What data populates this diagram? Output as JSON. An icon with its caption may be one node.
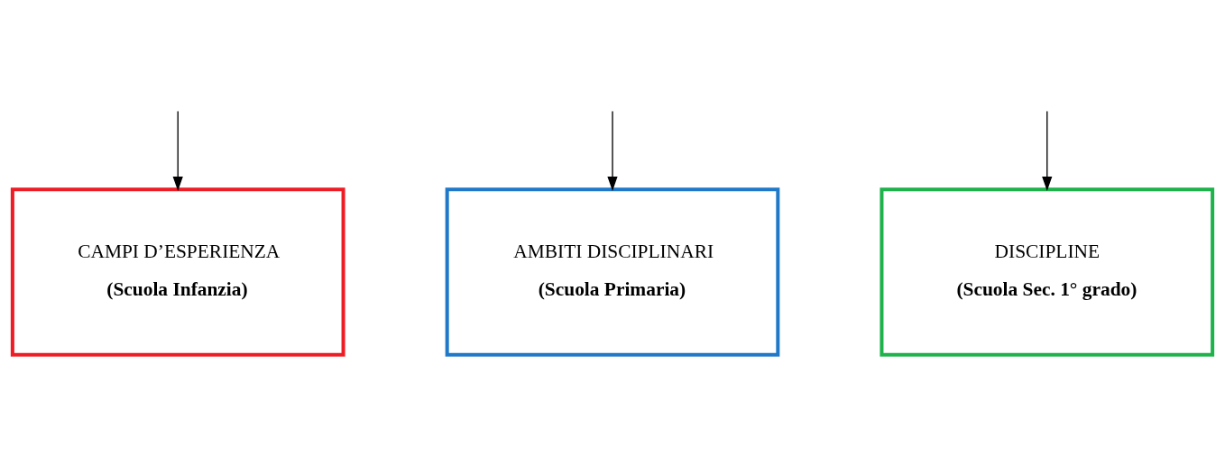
{
  "diagram": {
    "nodes": [
      {
        "text": [
          "CAMPI D’ESPERIENZA",
          "(Scuola Infanzia)"
        ]
      },
      {
        "text": [
          "AMBITI DISCIPLINARI",
          "(Scuola Primaria)"
        ]
      },
      {
        "text": [
          "DISCIPLINE",
          "(Scuola Sec. 1° grado)"
        ]
      }
    ],
    "edges": [
      {
        "from": null,
        "to": 0,
        "arrow": "to"
      },
      {
        "from": null,
        "to": 1,
        "arrow": "to"
      },
      {
        "from": null,
        "to": 2,
        "arrow": "to"
      }
    ]
  }
}
